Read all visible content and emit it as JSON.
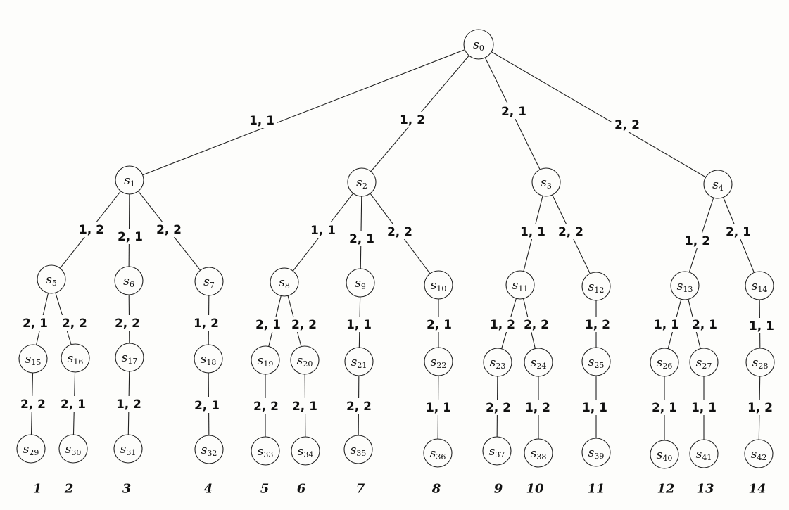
{
  "nodes": [
    {
      "id": "s0",
      "name": "s",
      "sub": "0"
    },
    {
      "id": "s1",
      "name": "s",
      "sub": "1"
    },
    {
      "id": "s2",
      "name": "s",
      "sub": "2"
    },
    {
      "id": "s3",
      "name": "s",
      "sub": "3"
    },
    {
      "id": "s4",
      "name": "s",
      "sub": "4"
    },
    {
      "id": "s5",
      "name": "s",
      "sub": "5"
    },
    {
      "id": "s6",
      "name": "s",
      "sub": "6"
    },
    {
      "id": "s7",
      "name": "s",
      "sub": "7"
    },
    {
      "id": "s8",
      "name": "s",
      "sub": "8"
    },
    {
      "id": "s9",
      "name": "s",
      "sub": "9"
    },
    {
      "id": "s10",
      "name": "s",
      "sub": "10"
    },
    {
      "id": "s11",
      "name": "s",
      "sub": "11"
    },
    {
      "id": "s12",
      "name": "s",
      "sub": "12"
    },
    {
      "id": "s13",
      "name": "s",
      "sub": "13"
    },
    {
      "id": "s14",
      "name": "s",
      "sub": "14"
    },
    {
      "id": "s15",
      "name": "s",
      "sub": "15"
    },
    {
      "id": "s16",
      "name": "s",
      "sub": "16"
    },
    {
      "id": "s17",
      "name": "s",
      "sub": "17"
    },
    {
      "id": "s18",
      "name": "s",
      "sub": "18"
    },
    {
      "id": "s19",
      "name": "s",
      "sub": "19"
    },
    {
      "id": "s20",
      "name": "s",
      "sub": "20"
    },
    {
      "id": "s21",
      "name": "s",
      "sub": "21"
    },
    {
      "id": "s22",
      "name": "s",
      "sub": "22"
    },
    {
      "id": "s23",
      "name": "s",
      "sub": "23"
    },
    {
      "id": "s24",
      "name": "s",
      "sub": "24"
    },
    {
      "id": "s25",
      "name": "s",
      "sub": "25"
    },
    {
      "id": "s26",
      "name": "s",
      "sub": "26"
    },
    {
      "id": "s27",
      "name": "s",
      "sub": "27"
    },
    {
      "id": "s28",
      "name": "s",
      "sub": "28"
    },
    {
      "id": "s29",
      "name": "s",
      "sub": "29"
    },
    {
      "id": "s30",
      "name": "s",
      "sub": "30"
    },
    {
      "id": "s31",
      "name": "s",
      "sub": "31"
    },
    {
      "id": "s32",
      "name": "s",
      "sub": "32"
    },
    {
      "id": "s33",
      "name": "s",
      "sub": "33"
    },
    {
      "id": "s34",
      "name": "s",
      "sub": "34"
    },
    {
      "id": "s35",
      "name": "s",
      "sub": "35"
    },
    {
      "id": "s36",
      "name": "s",
      "sub": "36"
    },
    {
      "id": "s37",
      "name": "s",
      "sub": "37"
    },
    {
      "id": "s38",
      "name": "s",
      "sub": "38"
    },
    {
      "id": "s39",
      "name": "s",
      "sub": "39"
    },
    {
      "id": "s40",
      "name": "s",
      "sub": "40"
    },
    {
      "id": "s41",
      "name": "s",
      "sub": "41"
    },
    {
      "id": "s42",
      "name": "s",
      "sub": "42"
    }
  ],
  "edges": [
    {
      "from": "s0",
      "to": "s1",
      "label": "1, 1"
    },
    {
      "from": "s0",
      "to": "s2",
      "label": "1, 2"
    },
    {
      "from": "s0",
      "to": "s3",
      "label": "2, 1"
    },
    {
      "from": "s0",
      "to": "s4",
      "label": "2, 2"
    },
    {
      "from": "s1",
      "to": "s5",
      "label": "1, 2"
    },
    {
      "from": "s1",
      "to": "s6",
      "label": "2, 1"
    },
    {
      "from": "s1",
      "to": "s7",
      "label": "2, 2"
    },
    {
      "from": "s2",
      "to": "s8",
      "label": "1, 1"
    },
    {
      "from": "s2",
      "to": "s9",
      "label": "2, 1"
    },
    {
      "from": "s2",
      "to": "s10",
      "label": "2, 2"
    },
    {
      "from": "s3",
      "to": "s11",
      "label": "1, 1"
    },
    {
      "from": "s3",
      "to": "s12",
      "label": "2, 2"
    },
    {
      "from": "s4",
      "to": "s13",
      "label": "1, 2"
    },
    {
      "from": "s4",
      "to": "s14",
      "label": "2, 1"
    },
    {
      "from": "s5",
      "to": "s15",
      "label": "2, 1"
    },
    {
      "from": "s5",
      "to": "s16",
      "label": "2, 2"
    },
    {
      "from": "s6",
      "to": "s17",
      "label": "2, 2"
    },
    {
      "from": "s7",
      "to": "s18",
      "label": "1, 2"
    },
    {
      "from": "s8",
      "to": "s19",
      "label": "2, 1"
    },
    {
      "from": "s8",
      "to": "s20",
      "label": "2, 2"
    },
    {
      "from": "s9",
      "to": "s21",
      "label": "1, 1"
    },
    {
      "from": "s10",
      "to": "s22",
      "label": "2, 1"
    },
    {
      "from": "s11",
      "to": "s23",
      "label": "1, 2"
    },
    {
      "from": "s11",
      "to": "s24",
      "label": "2, 2"
    },
    {
      "from": "s12",
      "to": "s25",
      "label": "1, 2"
    },
    {
      "from": "s13",
      "to": "s26",
      "label": "1, 1"
    },
    {
      "from": "s13",
      "to": "s27",
      "label": "2, 1"
    },
    {
      "from": "s14",
      "to": "s28",
      "label": "1, 1"
    },
    {
      "from": "s15",
      "to": "s29",
      "label": "2, 2"
    },
    {
      "from": "s16",
      "to": "s30",
      "label": "2, 1"
    },
    {
      "from": "s17",
      "to": "s31",
      "label": "1, 2"
    },
    {
      "from": "s18",
      "to": "s32",
      "label": "2, 1"
    },
    {
      "from": "s19",
      "to": "s33",
      "label": "2, 2"
    },
    {
      "from": "s20",
      "to": "s34",
      "label": "2, 1"
    },
    {
      "from": "s21",
      "to": "s35",
      "label": "2, 2"
    },
    {
      "from": "s22",
      "to": "s36",
      "label": "1, 1"
    },
    {
      "from": "s23",
      "to": "s37",
      "label": "2, 2"
    },
    {
      "from": "s24",
      "to": "s38",
      "label": "1, 2"
    },
    {
      "from": "s25",
      "to": "s39",
      "label": "1, 1"
    },
    {
      "from": "s26",
      "to": "s40",
      "label": "2, 1"
    },
    {
      "from": "s27",
      "to": "s41",
      "label": "1, 1"
    },
    {
      "from": "s28",
      "to": "s42",
      "label": "1, 2"
    }
  ],
  "leaf_numbers": [
    "1",
    "2",
    "3",
    "4",
    "5",
    "6",
    "7",
    "8",
    "9",
    "10",
    "11",
    "12",
    "13",
    "14"
  ]
}
